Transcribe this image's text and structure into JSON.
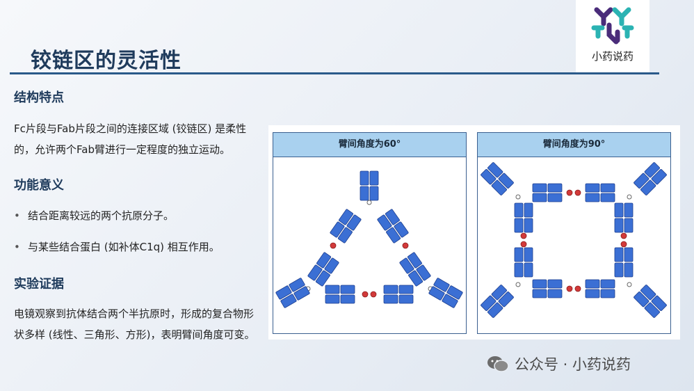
{
  "title": "铰链区的灵活性",
  "logo": {
    "text": "小药说药"
  },
  "sections": [
    {
      "heading": "结构特点",
      "text": "Fc片段与Fab片段之间的连接区域 (铰链区) 是柔性的，允许两个Fab臂进行一定程度的独立运动。"
    },
    {
      "heading": "功能意义",
      "bullets": [
        "结合距离较远的两个抗原分子。",
        "与某些结合蛋白 (如补体C1q) 相互作用。"
      ]
    },
    {
      "heading": "实验证据",
      "text": "电镜观察到抗体结合两个半抗原时，形成的复合物形状多样 (线性、三角形、方形)，表明臂间角度可变。"
    }
  ],
  "figure": {
    "panels": [
      {
        "header": "臂间角度为60°"
      },
      {
        "header": "臂间角度为90°"
      }
    ]
  },
  "watermark": {
    "text": "公众号 · 小药说药"
  },
  "colors": {
    "accent": "#1f3b5c",
    "domain_blue": "#3b6fd4",
    "hapten_red": "#d23a3a",
    "panel_header": "#a9d1ef"
  }
}
